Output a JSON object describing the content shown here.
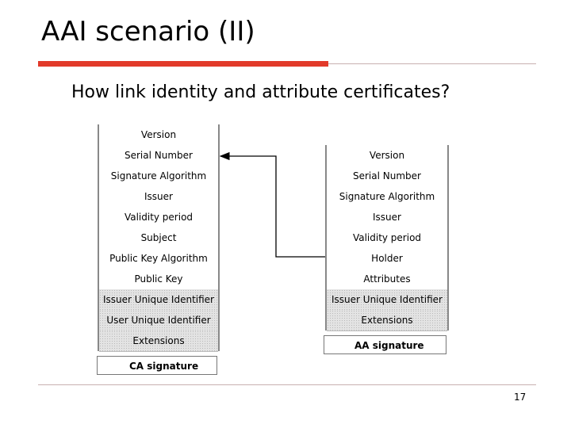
{
  "slide": {
    "title": "AAI scenario (II)",
    "subtitle": "How link identity and attribute certificates?",
    "page_number": "17"
  },
  "identity_certificate": {
    "fields": [
      {
        "label": "Version",
        "shaded": false
      },
      {
        "label": "Serial Number",
        "shaded": false
      },
      {
        "label": "Signature Algorithm",
        "shaded": false
      },
      {
        "label": "Issuer",
        "shaded": false
      },
      {
        "label": "Validity period",
        "shaded": false
      },
      {
        "label": "Subject",
        "shaded": false
      },
      {
        "label": "Public Key Algorithm",
        "shaded": false
      },
      {
        "label": "Public Key",
        "shaded": false
      },
      {
        "label": "Issuer Unique Identifier",
        "shaded": true
      },
      {
        "label": "User Unique Identifier",
        "shaded": true
      },
      {
        "label": "Extensions",
        "shaded": true
      }
    ],
    "signature": "CA signature"
  },
  "attribute_certificate": {
    "fields": [
      {
        "label": "Version",
        "shaded": false
      },
      {
        "label": "Serial Number",
        "shaded": false
      },
      {
        "label": "Signature Algorithm",
        "shaded": false
      },
      {
        "label": "Issuer",
        "shaded": false
      },
      {
        "label": "Validity period",
        "shaded": false
      },
      {
        "label": "Holder",
        "shaded": false
      },
      {
        "label": "Attributes",
        "shaded": false
      },
      {
        "label": "Issuer Unique Identifier",
        "shaded": true
      },
      {
        "label": "Extensions",
        "shaded": true
      }
    ],
    "signature": "AA signature"
  },
  "link": {
    "from": "Holder",
    "to": "Serial Number"
  }
}
